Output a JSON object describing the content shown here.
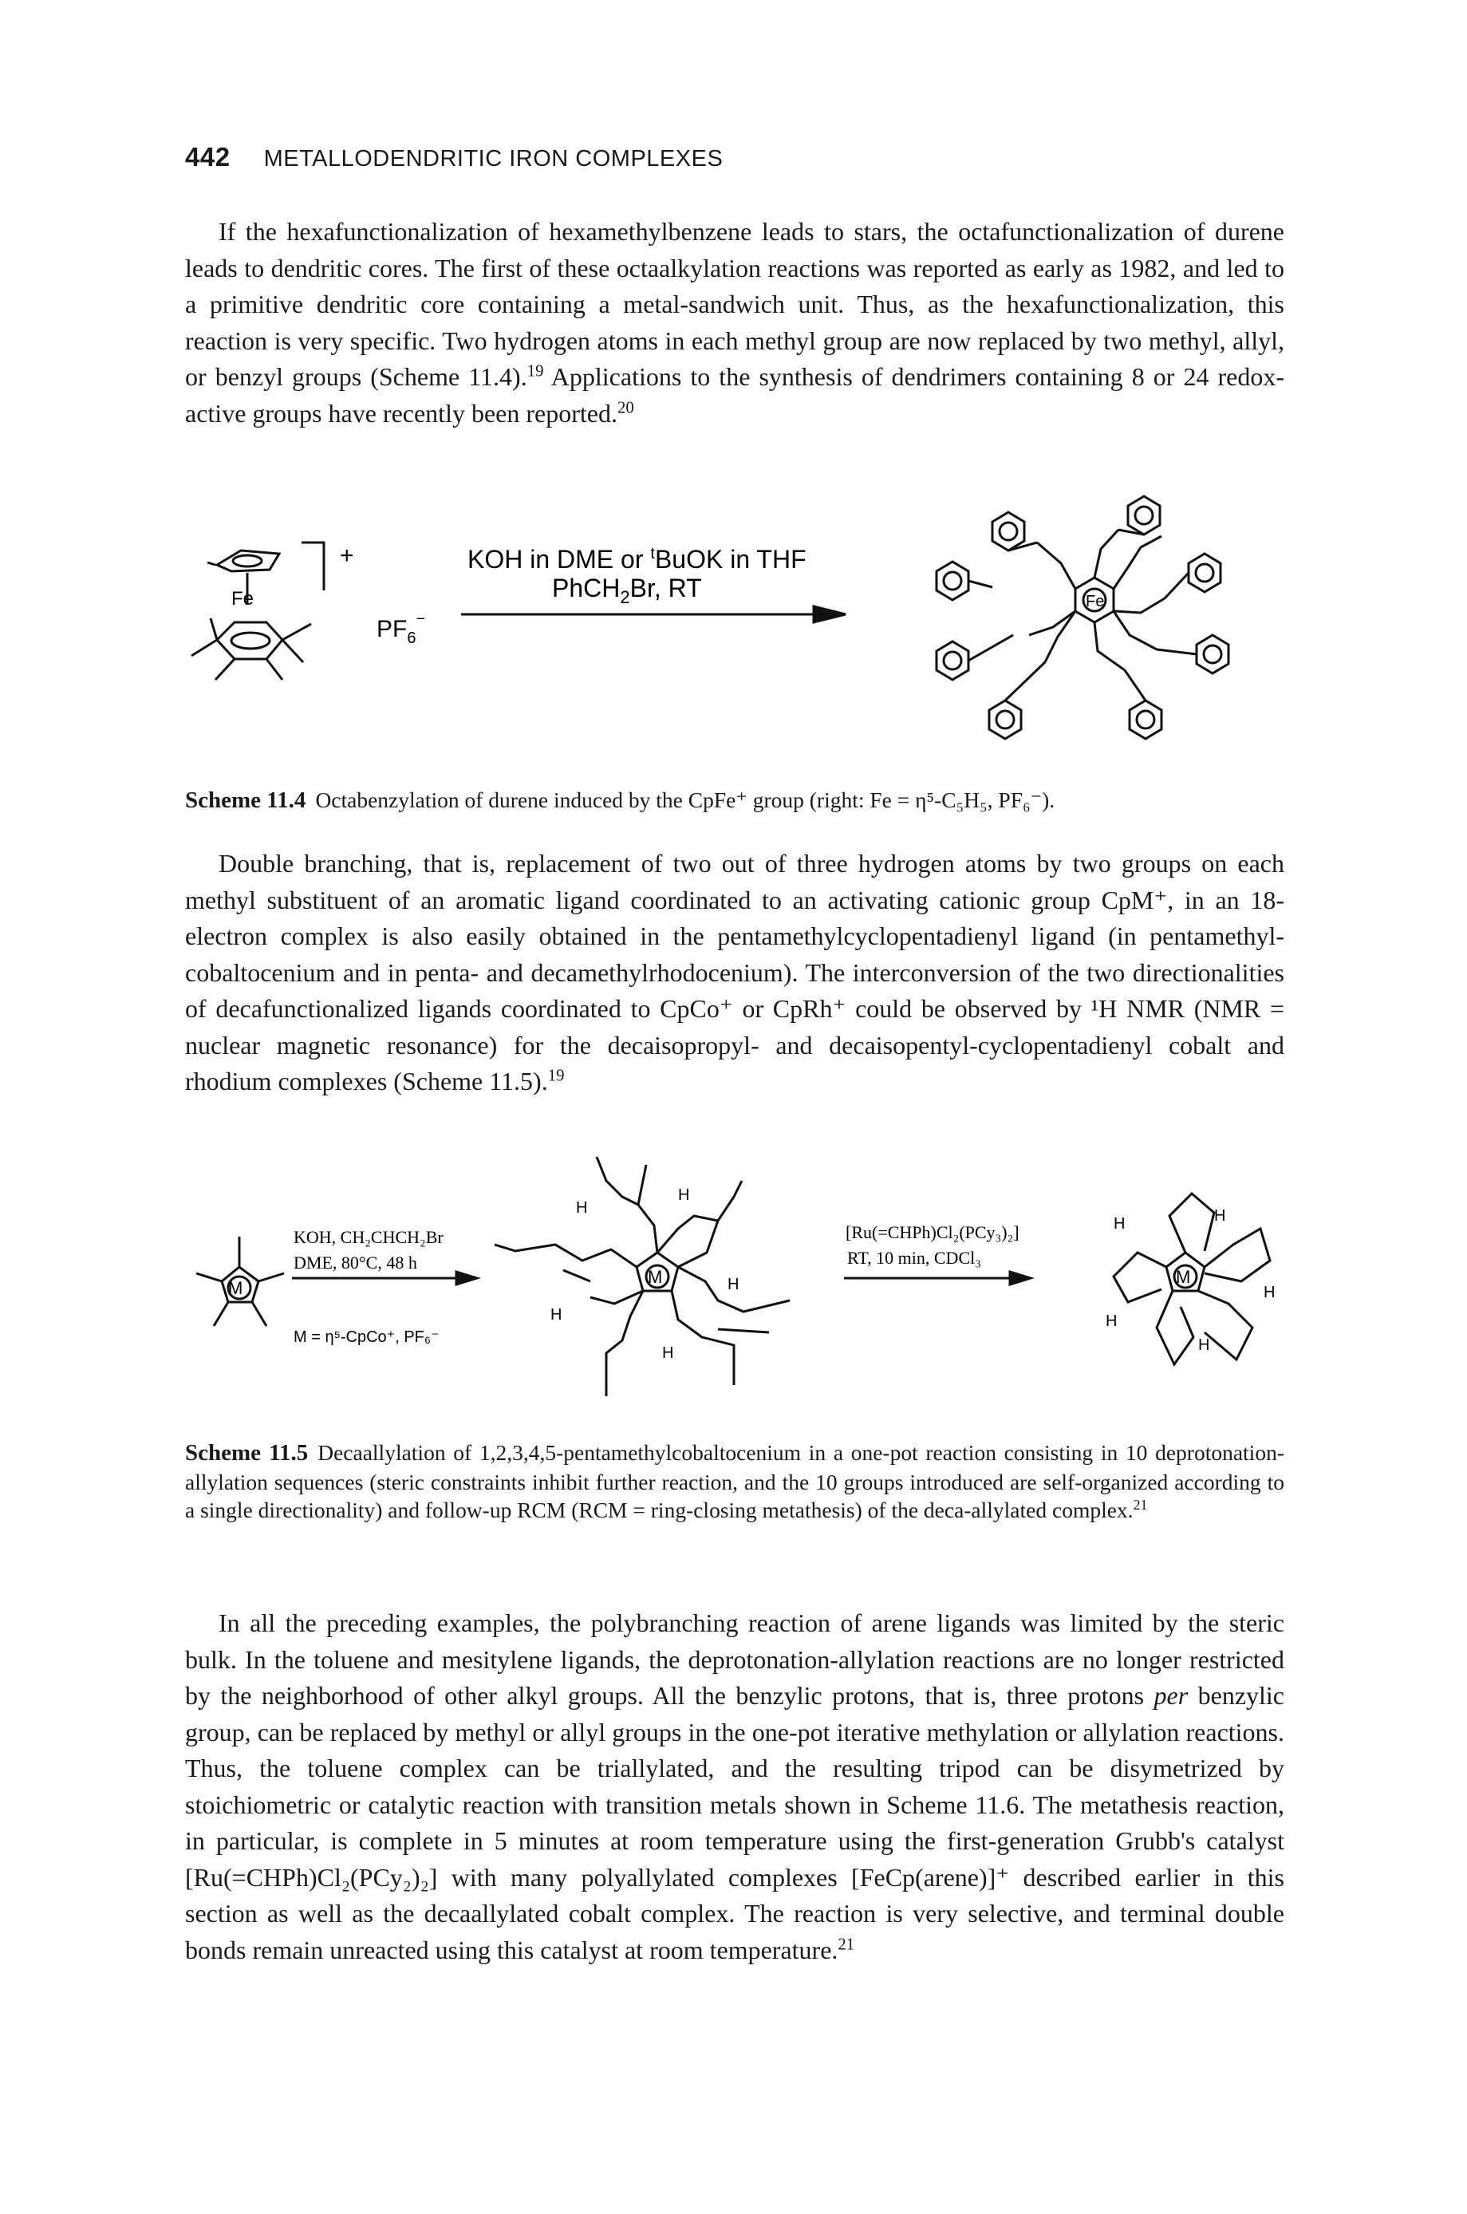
{
  "header": {
    "page_number": "442",
    "running_title": "METALLODENDRITIC IRON COMPLEXES"
  },
  "paragraph1": {
    "text": "If the hexafunctionalization of hexamethylbenzene leads to stars, the octafunctionalization of durene leads to dendritic cores. The first of these octaalkylation reactions was reported as early as 1982, and led to a primitive dendritic core containing a metal-sandwich unit. Thus, as the hexafunctionalization, this reaction is very specific. Two hydrogen atoms in each methyl group are now replaced by two methyl, allyl, or benzyl groups (Scheme 11.4).",
    "ref1": "19",
    "text2": " Applications to the synthesis of dendrimers containing 8 or 24 redox-active groups have recently been reported.",
    "ref2": "20"
  },
  "scheme1": {
    "reagent_line1_pre": "KOH in DME or ",
    "reagent_line1_sup": "t",
    "reagent_line1_post": "BuOK in THF",
    "reagent_line2_a": "PhCH",
    "reagent_line2_sub": "2",
    "reagent_line2_b": "Br, RT",
    "plus": "+",
    "counterion": "PF",
    "counterion_sub": "6",
    "counterion_sup": "−",
    "fe_left": "Fe",
    "fe_right": "Fe",
    "caption_label": "Scheme 11.4",
    "caption_text": "Octabenzylation of durene induced by the CpFe⁺ group (right: Fe = η⁵-C₅H₅, PF₆⁻)."
  },
  "paragraph2": {
    "text": "Double branching, that is, replacement of two out of three hydrogen atoms by two groups on each methyl substituent of an aromatic ligand coordinated to an activating cationic group CpM⁺, in an 18-electron complex is also easily obtained in the pentamethylcyclopentadienyl ligand (in pentamethyl-cobaltocenium and in penta- and decamethylrhodocenium). The interconversion of the two directionalities of decafunctionalized ligands coordinated to CpCo⁺ or CpRh⁺ could be observed by ¹H NMR (NMR = nuclear magnetic resonance) for the decaisopropyl- and decaisopentyl-cyclopentadienyl cobalt and rhodium complexes (Scheme 11.5).",
    "ref": "19"
  },
  "scheme2": {
    "cond1_line1": "KOH, CH₂CHCH₂Br",
    "cond1_line2": "DME, 80°C, 48 h",
    "m_def": "M = η⁵-CpCo⁺, PF₆⁻",
    "cond2_line1": "[Ru(=CHPh)Cl₂(PCy₃)₂]",
    "cond2_line2": "RT, 10 min, CDCl₃",
    "m": "M",
    "h": "H",
    "caption_label": "Scheme 11.5",
    "caption_text": "Decaallylation of 1,2,3,4,5-pentamethylcobaltocenium in a one-pot reaction consisting in 10 deprotonation-allylation sequences (steric constraints inhibit further reaction, and the 10 groups introduced are self-organized according to a single directionality) and follow-up RCM (RCM = ring-closing metathesis) of the deca-allylated complex.",
    "caption_ref": "21"
  },
  "paragraph3": {
    "text_a": "In all the preceding examples, the polybranching reaction of arene ligands was limited by the steric bulk. In the toluene and mesitylene ligands, the deprotonation-allylation reactions are no longer restricted by the neighborhood of other alkyl groups. All the benzylic protons, that is, three protons ",
    "italic": "per",
    "text_b": " benzylic group, can be replaced by methyl or allyl groups in the one-pot iterative methylation or allylation reactions. Thus, the toluene complex can be triallylated, and the resulting tripod can be disymetrized by stoichiometric or catalytic reaction with transition metals shown in Scheme 11.6. The metathesis reaction, in particular, is complete in 5 minutes at room temperature using the first-generation Grubb's catalyst [Ru(=CHPh)Cl₂(PCy₂)₂] with many polyallylated complexes [FeCp(arene)]⁺ described earlier in this section as well as the decaallylated cobalt complex. The reaction is very selective, and terminal double bonds remain unreacted using this catalyst at room temperature.",
    "ref": "21"
  }
}
